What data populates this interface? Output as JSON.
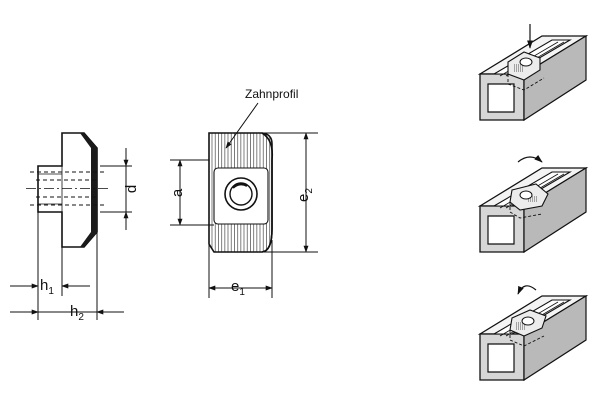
{
  "labels": {
    "zahnprofil": "Zahnprofil",
    "a": "a",
    "d": "d",
    "e1_main": "e",
    "e1_sub": "1",
    "e2_main": "e",
    "e2_sub": "2",
    "h1_main": "h",
    "h1_sub": "1",
    "h2_main": "h",
    "h2_sub": "2"
  }
}
